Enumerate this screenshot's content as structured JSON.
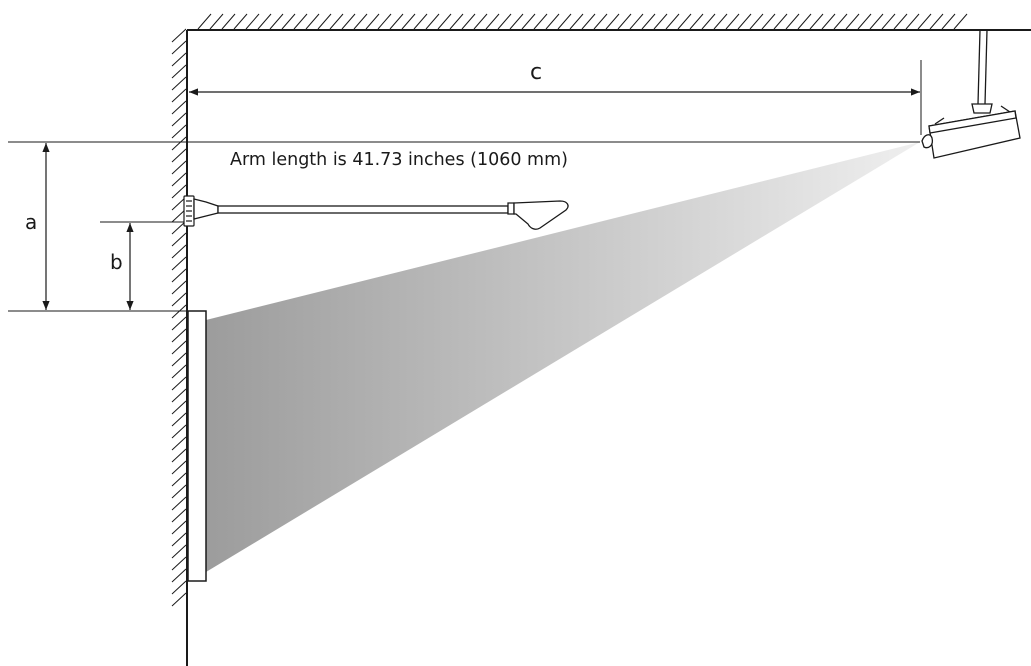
{
  "labels": {
    "a": "a",
    "b": "b",
    "c": "c",
    "arm_length_note": "Arm length is 41.73 inches (1060 mm)"
  },
  "colors": {
    "line": "#1a1a1a",
    "beam_light": "#efefef",
    "beam_dark": "#9c9c9c",
    "background": "#ffffff"
  },
  "icons": [
    "projector-icon",
    "mount-arm-icon",
    "wall-plate-icon"
  ]
}
